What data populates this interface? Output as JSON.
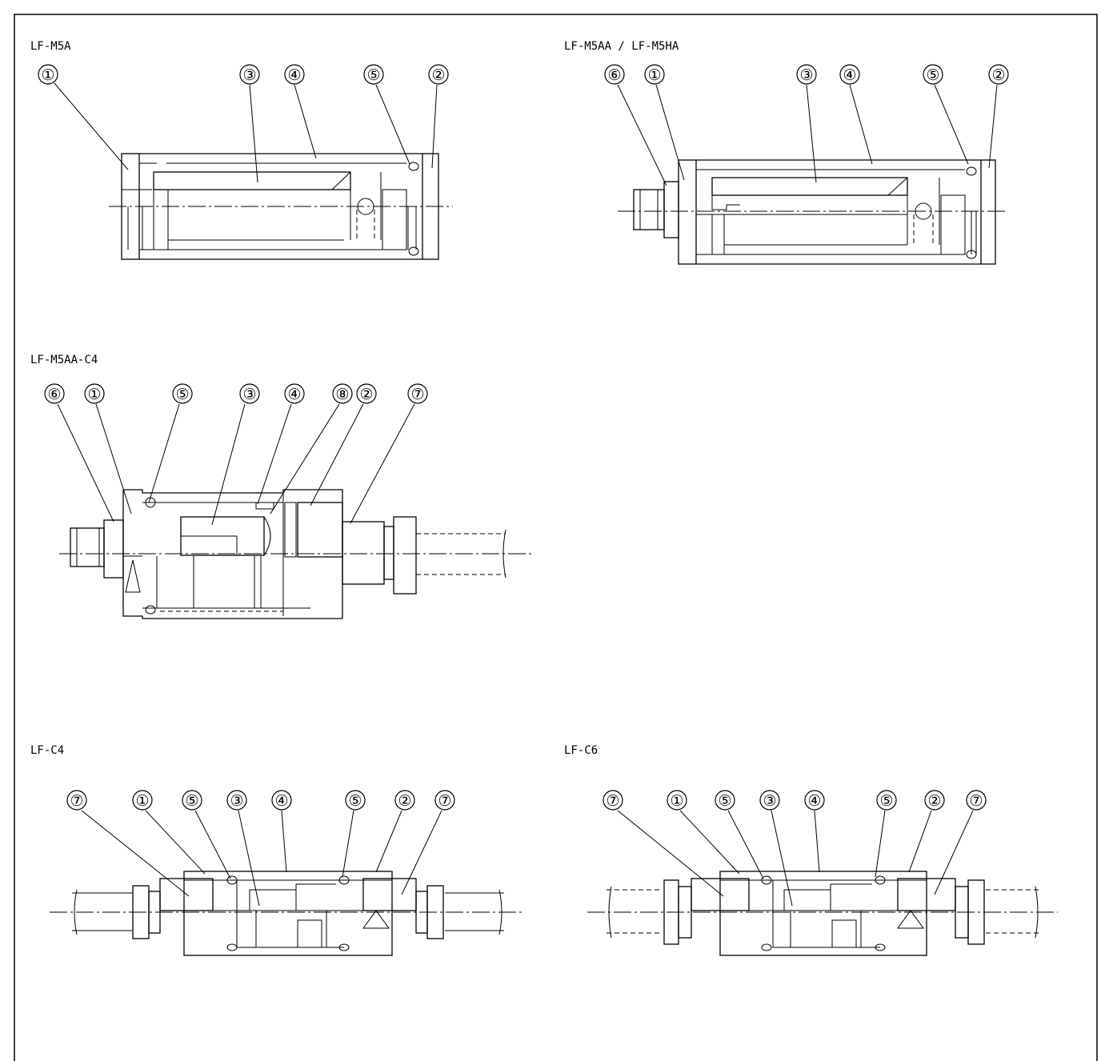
{
  "diagrams": [
    {
      "id": "lf-m5a",
      "title": "LF-M5A",
      "balloons": [
        "①",
        "③",
        "④",
        "⑤",
        "②"
      ]
    },
    {
      "id": "lf-m5aa",
      "title": "LF-M5AA / LF-M5HA",
      "balloons": [
        "⑥",
        "①",
        "③",
        "④",
        "⑤",
        "②"
      ]
    },
    {
      "id": "lf-m5aa-c4",
      "title": "LF-M5AA-C4",
      "balloons": [
        "⑥",
        "①",
        "⑤",
        "③",
        "④",
        "⑧",
        "②",
        "⑦"
      ]
    },
    {
      "id": "lf-c4",
      "title": "LF-C4",
      "balloons": [
        "⑦",
        "①",
        "⑤",
        "③",
        "④",
        "⑤",
        "②",
        "⑦"
      ]
    },
    {
      "id": "lf-c6",
      "title": "LF-C6",
      "balloons": [
        "⑦",
        "①",
        "⑤",
        "③",
        "④",
        "⑤",
        "②",
        "⑦"
      ]
    }
  ]
}
